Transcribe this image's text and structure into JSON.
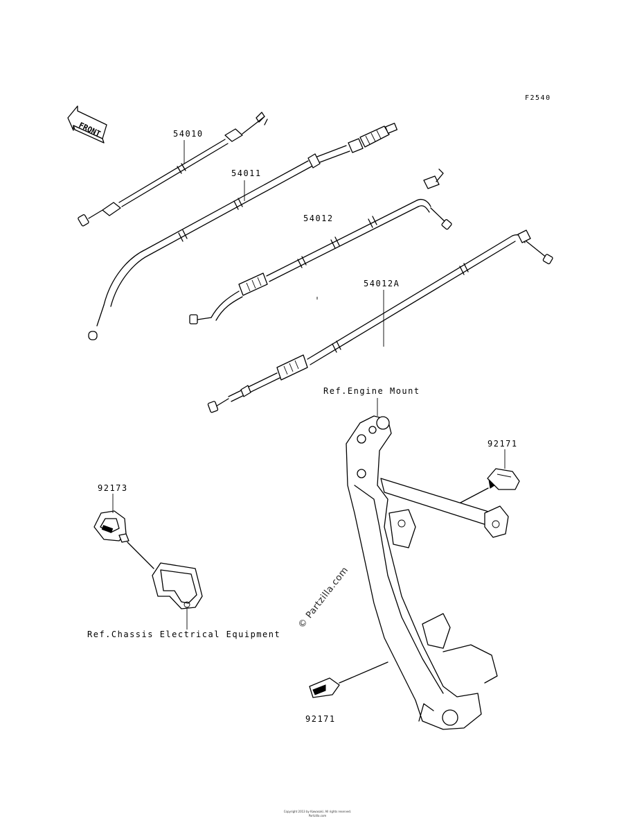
{
  "diagram_code": "F2540",
  "front_label": "FRONT",
  "parts": {
    "cable_54010": "54010",
    "cable_54011": "54011",
    "cable_54012": "54012",
    "cable_54012A": "54012A",
    "clamp_92171_upper": "92171",
    "clamp_92171_lower": "92171",
    "clamp_92173": "92173"
  },
  "references": {
    "engine_mount": "Ref.Engine Mount",
    "chassis_electrical": "Ref.Chassis Electrical Equipment"
  },
  "watermark": "© Partzilla.com",
  "footer": {
    "line1": "Copyright 2013 by Kawasaki. All rights reserved.",
    "line2": "Partzilla.com"
  }
}
